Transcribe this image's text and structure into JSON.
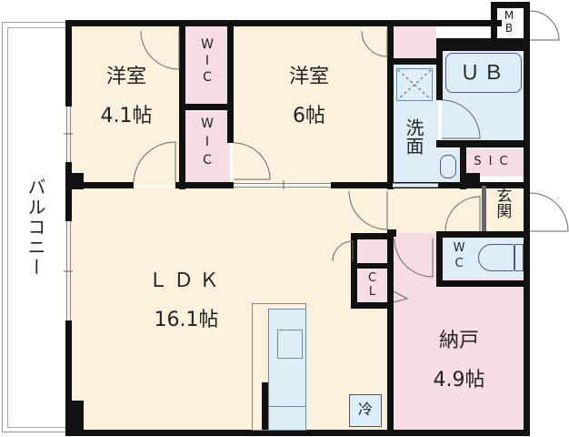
{
  "floorplan": {
    "colors": {
      "wall": "#111111",
      "living": "#FDF1DE",
      "pink": "#F6DCE6",
      "blue": "#DDEEF8",
      "balcony": "#FFFFFF"
    },
    "rooms": {
      "western_room_1": {
        "name": "洋室",
        "size": "4.1帖"
      },
      "western_room_2": {
        "name": "洋室",
        "size": "6帖"
      },
      "wic_1": {
        "name": "WIC"
      },
      "wic_2": {
        "name": "WIC"
      },
      "ldk": {
        "name": "ＬＤＫ",
        "size": "16.1帖"
      },
      "storage_room": {
        "name": "納戸",
        "size": "4.9帖"
      },
      "unit_bath": {
        "name": "ＵＢ"
      },
      "washroom": {
        "name": "洗面"
      },
      "sic": {
        "name": "SIC"
      },
      "entrance": {
        "name": "玄関"
      },
      "toilet": {
        "name": "WC"
      },
      "closet": {
        "name": "CL"
      },
      "meter_box": {
        "name": "MB"
      },
      "fridge": {
        "name": "冷"
      },
      "balcony": {
        "name": "バルコニー"
      }
    }
  }
}
